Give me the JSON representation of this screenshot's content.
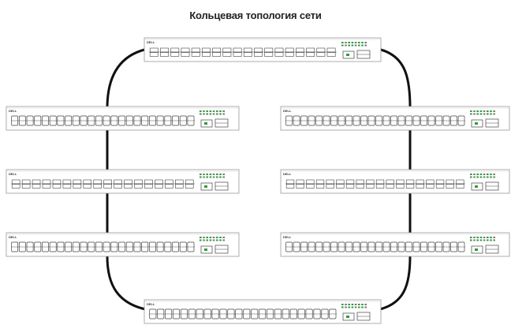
{
  "diagram": {
    "title": "Кольцевая топология сети",
    "brand": "DELL",
    "colors": {
      "link": "#111111",
      "port": "#444444",
      "chassis": "#555555",
      "led_green": "#2e9c3a"
    },
    "switches": [
      {
        "id": "top",
        "port_style": "stacked"
      },
      {
        "id": "left-1",
        "port_style": "dense"
      },
      {
        "id": "right-1",
        "port_style": "dense"
      },
      {
        "id": "left-2",
        "port_style": "stacked"
      },
      {
        "id": "right-2",
        "port_style": "stacked"
      },
      {
        "id": "left-3",
        "port_style": "dense"
      },
      {
        "id": "right-3",
        "port_style": "dense"
      },
      {
        "id": "bottom",
        "port_style": "dense"
      }
    ],
    "links": [
      {
        "from": "top",
        "to": "left-1"
      },
      {
        "from": "top",
        "to": "right-1"
      },
      {
        "from": "left-1",
        "to": "left-3"
      },
      {
        "from": "right-1",
        "to": "right-3"
      },
      {
        "from": "left-3",
        "to": "bottom"
      },
      {
        "from": "right-3",
        "to": "bottom"
      }
    ]
  }
}
